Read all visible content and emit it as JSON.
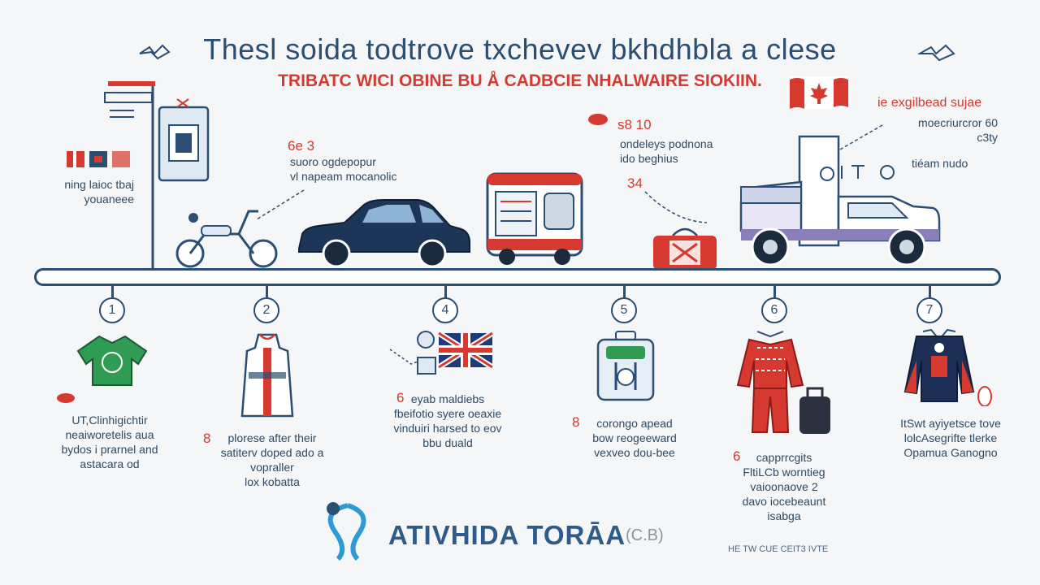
{
  "header": {
    "title": "Thesl soida todtrove txchevev bkhdhbla a clese",
    "subtitle": "TRIBATC WICI OBINE BU Å CADBCIE NHALWAIRE SIOKIIN."
  },
  "top_notes": {
    "left_label": "ning laioc tbaj\nyouaneee",
    "bike_num": "6e 3",
    "bike_text": "suoro ogdepopur\nvl napeam mocanolic",
    "center_num": "s8 10",
    "center_text": "ondeleys podnona\nido beghius",
    "center_extra": "34",
    "right_head": "ie exgilbead sujae",
    "right_text": "moecriurcror 60\nc3ty",
    "right_label": "tiéam nudo"
  },
  "steps": [
    {
      "num": "1",
      "icon": "green-shirt-icon",
      "lead": "",
      "text": "UT,Clinhigichtir\nneaiworetelis aua\nbydos i prarnel and\nastacara od"
    },
    {
      "num": "2",
      "icon": "robe-icon",
      "lead": "8",
      "text": "plorese after their\nsatiterv doped ado a\nvopraller\nlox kobatta"
    },
    {
      "num": "4",
      "icon": "uk-flag-icon",
      "lead": "6",
      "text": "eyab maldiebs\nfbeifotio syere oeaxie\nvinduiri harsed to eov\nbbu duald"
    },
    {
      "num": "5",
      "icon": "suitcase-device-icon",
      "lead": "8",
      "text": "corongo apead\nbow reogeeward\nvexveo dou-bee"
    },
    {
      "num": "6",
      "icon": "red-outfit-icon",
      "lead": "6",
      "text": "capprrcgits\nFltiLCb worntieg\nvaioonaove 2\ndavo iocebeaunt\nisabga"
    },
    {
      "num": "7",
      "icon": "jacket-icon",
      "lead": "",
      "text": "ItSwt ayiyetsce tove\nlolcAsegrifte tlerke\nOpamua Ganogno"
    }
  ],
  "brand": {
    "name": "ATIVHIDA TORĀA",
    "sub": "(C.B)",
    "footer": "HE TW CUE CEIT3 IVTE"
  },
  "colors": {
    "navy": "#2a4e74",
    "red": "#d5392f",
    "green": "#2f9b53",
    "background": "#f4f6f8"
  }
}
